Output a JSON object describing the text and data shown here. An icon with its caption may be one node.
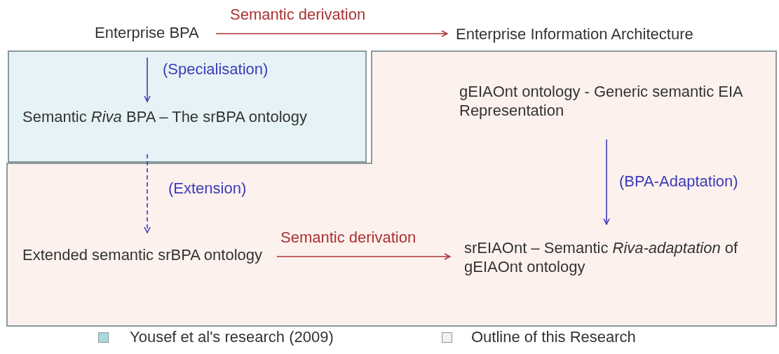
{
  "diagram": {
    "nodes": [
      {
        "text": [
          "Enterprise BPA"
        ]
      },
      {
        "text": [
          "Enterprise Information Architecture"
        ]
      },
      {
        "text": [],
        "shape": "box"
      },
      {
        "text": [
          "Semantic *Riva* BPA – The srBPA ontology"
        ],
        "in": 2
      },
      {
        "text": [],
        "shape": "box"
      },
      {
        "text": [
          "gEIAOnt ontology - Generic semantic EIA Representation"
        ],
        "in": 4
      },
      {
        "text": [
          "Extended semantic srBPA ontology"
        ],
        "in": 4
      },
      {
        "text": [
          "srEIAOnt – Semantic *Riva-adaptation* of gEIAOnt ontology"
        ],
        "in": 4
      }
    ],
    "edges": [
      {
        "from": 0,
        "to": 1,
        "arrow": "to",
        "label": "Semantic derivation",
        "color": "#a83232"
      },
      {
        "from": 0,
        "to": 3,
        "arrow": "to",
        "label": "(Specialisation)"
      },
      {
        "from": 3,
        "to": 6,
        "arrow": "to",
        "label": "(Extension)",
        "style": "dashed"
      },
      {
        "from": 5,
        "to": 7,
        "arrow": "to",
        "label": "(BPA-Adaptation)"
      },
      {
        "from": 6,
        "to": 7,
        "arrow": "to",
        "label": "Semantic derivation",
        "color": "#a83232"
      }
    ],
    "legend": [
      {
        "text": "Yousef et al's research (2009)",
        "color": "#a8d8dc"
      },
      {
        "text": "Outline of this Research",
        "color": "#f0f2ee"
      }
    ]
  }
}
